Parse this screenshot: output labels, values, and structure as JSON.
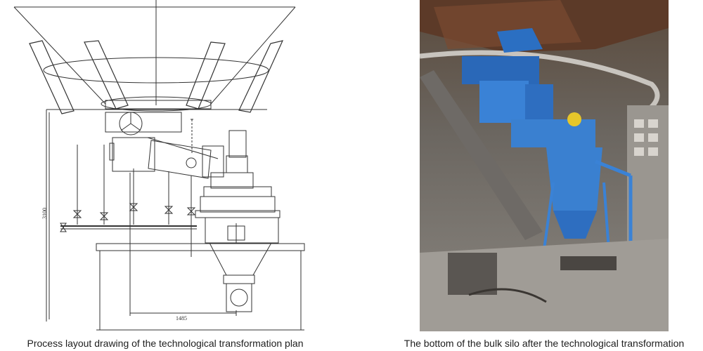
{
  "figure": {
    "left_panel": {
      "caption": "Process layout drawing of the technological transformation plan",
      "dimension_vertical": "3100",
      "dimension_horizontal": "1485"
    },
    "right_panel": {
      "caption": "The bottom of the bulk silo after the technological transformation"
    }
  }
}
